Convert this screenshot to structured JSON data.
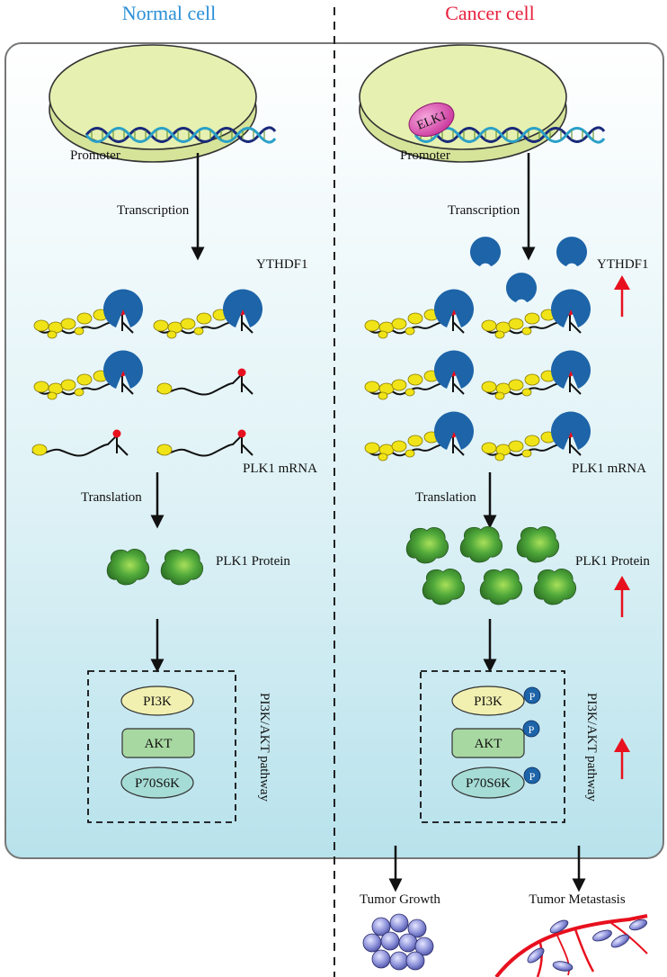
{
  "headers": {
    "left": "Normal cell",
    "right": "Cancer cell",
    "left_color": "#2a8fd6",
    "right_color": "#e8203c"
  },
  "left": {
    "promoter": "Promoter",
    "transcription": "Transcription",
    "reader": "YTHDF1",
    "mrna": "PLK1 mRNA",
    "translation": "Translation",
    "protein": "PLK1 Protein",
    "pathway_title": "PI3K/AKT pathway",
    "pathway_nodes": [
      "PI3K",
      "AKT",
      "P70S6K"
    ]
  },
  "right": {
    "tf": "ELK1",
    "promoter": "Promoter",
    "transcription": "Transcription",
    "reader": "YTHDF1",
    "mrna": "PLK1 mRNA",
    "translation": "Translation",
    "protein": "PLK1 Protein",
    "pathway_title": "PI3K/AKT pathway",
    "pathway_nodes": [
      "PI3K",
      "AKT",
      "P70S6K"
    ],
    "phospho": "P"
  },
  "outcomes": {
    "growth": "Tumor Growth",
    "metastasis": "Tumor Metastasis"
  },
  "colors": {
    "panel_top": "#ffffff",
    "panel_bottom": "#b8e2ec",
    "nucleus": "#e6f0b0",
    "ythdf1": "#1d64a8",
    "m6a": "#e8101e",
    "ribosome": "#f0e418",
    "protein": "#3e9a34",
    "pi3k": "#f1f0b0",
    "akt": "#a8d8a2",
    "p70s6k": "#a6dcd6",
    "up_arrow": "#e8101e",
    "vessel": "#e8101e",
    "tumor_cell": "#8a8fd8"
  }
}
